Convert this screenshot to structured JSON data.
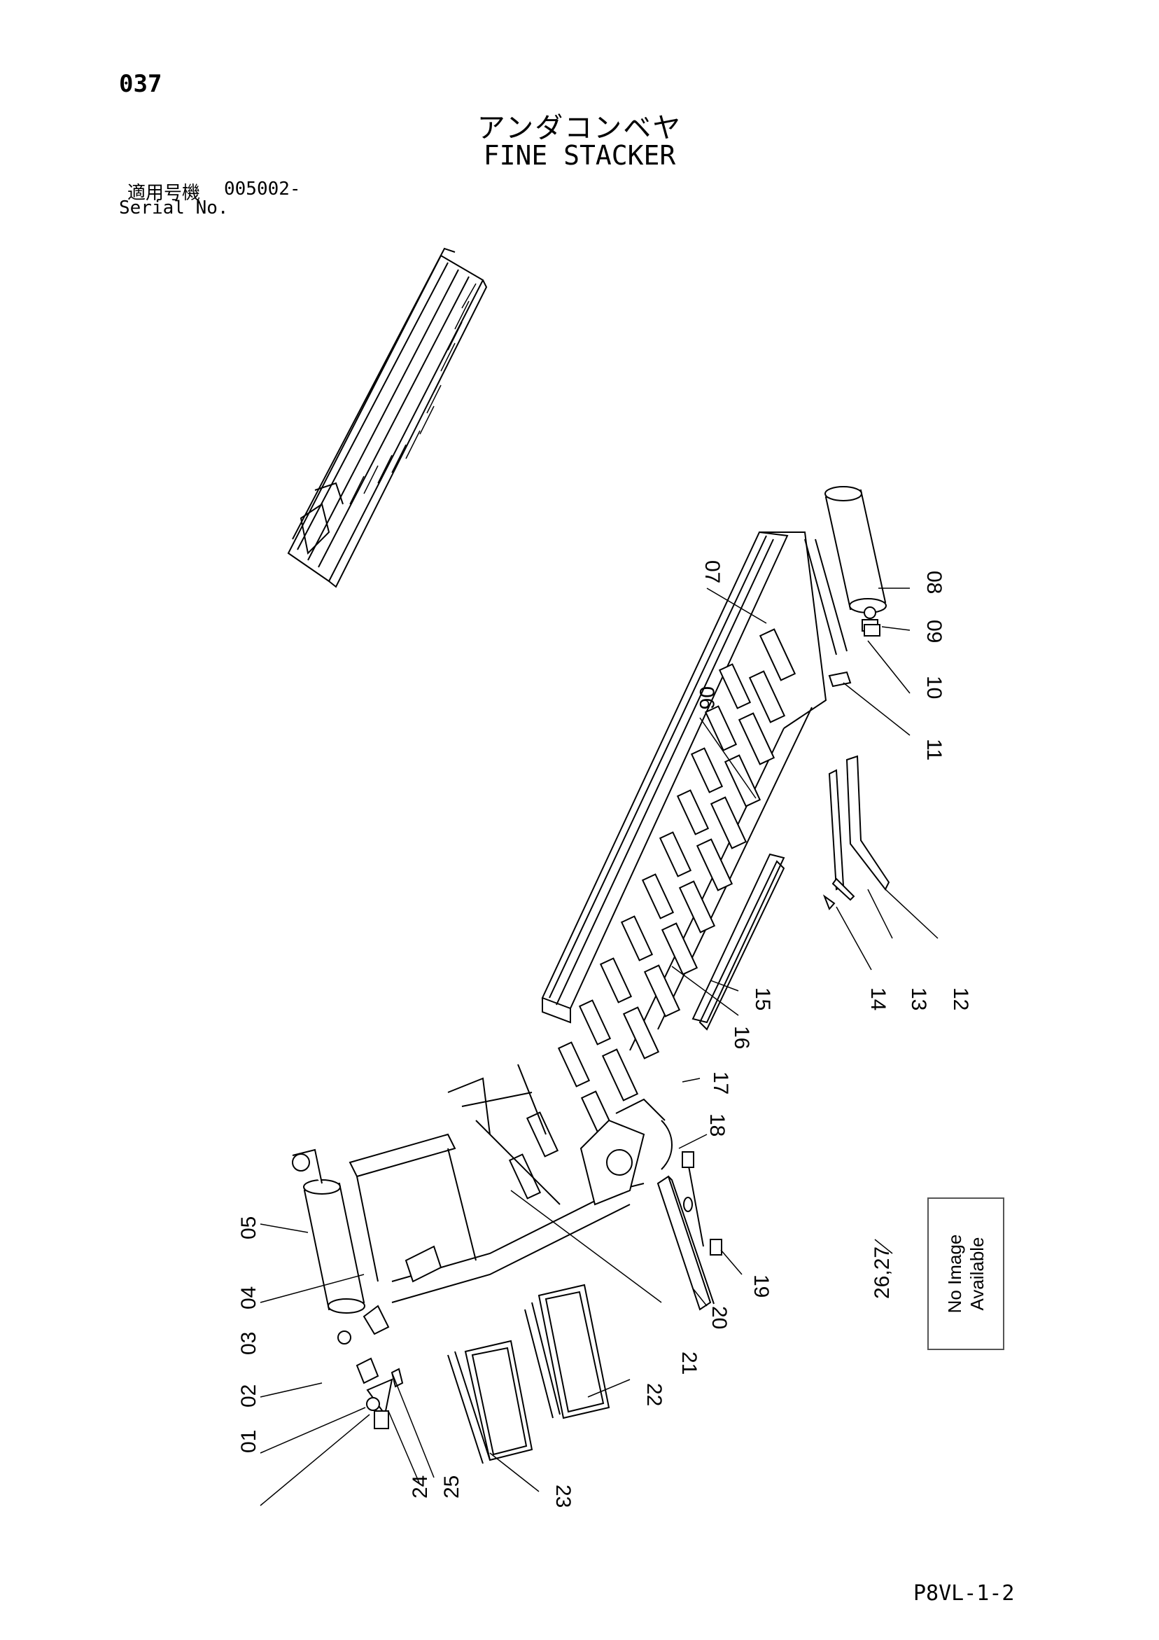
{
  "header": {
    "page_number": "037",
    "title_jp": "アンダコンベヤ",
    "title_en": "FINE STACKER",
    "serial_label_jp": "適用号機",
    "serial_value": "005002-",
    "serial_label_en": "Serial No."
  },
  "no_image_box": {
    "line1": "No Image",
    "line2": "Available",
    "callout": "26,27"
  },
  "callouts": {
    "c01": "01",
    "c02": "02",
    "c03": "03",
    "c04": "04",
    "c05": "05",
    "c06": "06",
    "c07": "07",
    "c08": "08",
    "c09": "09",
    "c10": "10",
    "c11": "11",
    "c12": "12",
    "c13": "13",
    "c14": "14",
    "c15": "15",
    "c16": "16",
    "c17": "17",
    "c18": "18",
    "c19": "19",
    "c20": "20",
    "c21": "21",
    "c22": "22",
    "c23": "23",
    "c24": "24",
    "c25": "25"
  },
  "footer": {
    "doc_code": "P8VL-1-2"
  }
}
